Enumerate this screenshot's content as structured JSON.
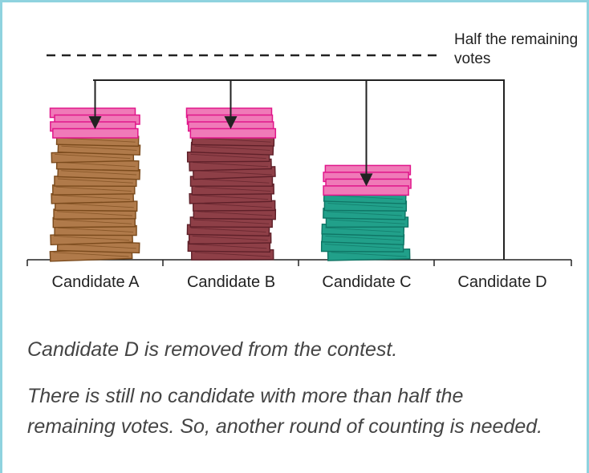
{
  "threshold_label": "Half the remaining votes",
  "candidates": [
    {
      "label": "Candidate A",
      "stack_color": "#b07a4a",
      "stack_edge": "#7a4a1c",
      "layers": 15,
      "has_transfer": true
    },
    {
      "label": "Candidate B",
      "stack_color": "#8e3f47",
      "stack_edge": "#5e2029",
      "layers": 15,
      "has_transfer": true
    },
    {
      "label": "Candidate C",
      "stack_color": "#21a08a",
      "stack_edge": "#0f7565",
      "layers": 8,
      "has_transfer": true
    },
    {
      "label": "Candidate D",
      "stack_color": "",
      "stack_edge": "",
      "layers": 0,
      "has_transfer": false
    }
  ],
  "transfer_color": "#f07ab8",
  "transfer_edge": "#e0168a",
  "captions": {
    "line1": "Candidate D is removed from the contest.",
    "line2": "There is still no candidate with more than half the remaining votes. So, another round of counting is needed."
  }
}
